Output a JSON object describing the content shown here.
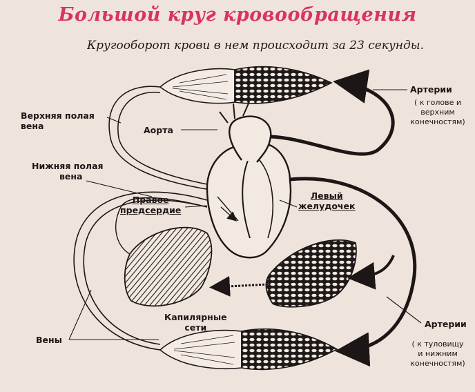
{
  "title": "Большой круг кровообращения",
  "subtitle": "Кругооборот крови в нем происходит за 23 секунды.",
  "labels": {
    "vena_cava_superior": [
      "Верхняя полая",
      "вена"
    ],
    "aorta": "Аорта",
    "vena_cava_inferior": [
      "Нижняя полая",
      "вена"
    ],
    "right_atrium": [
      "Правое",
      "предсердие"
    ],
    "left_ventricle": [
      "Левый",
      "желудочек"
    ],
    "capillaries": [
      "Капилярные",
      "сети"
    ],
    "veins": "Вены",
    "arteries_upper": "Артерии",
    "arteries_upper_note": [
      "( к голове и",
      "верхним",
      "конечностям)"
    ],
    "arteries_lower": "Артерии",
    "arteries_lower_note": [
      "( к туловищу",
      "и нижним",
      "конечностям)"
    ]
  },
  "colors": {
    "background": "#efe4dc",
    "title": "#d8345f",
    "ink": "#1c1716"
  }
}
